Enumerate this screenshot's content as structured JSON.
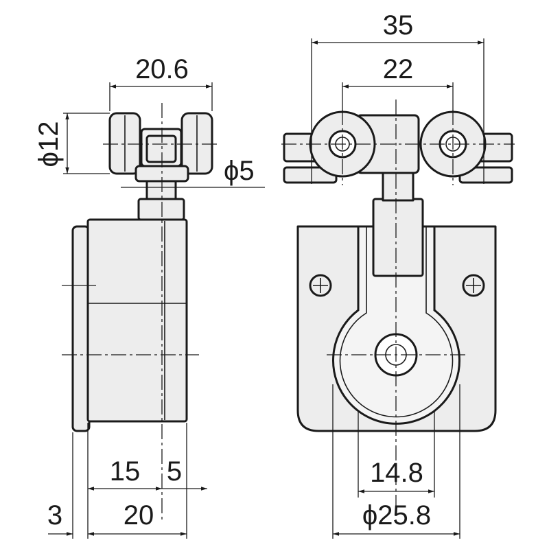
{
  "dimensions": {
    "overall_width": "35",
    "wheel_spacing": "22",
    "wheel_width": "20.6",
    "wheel_diameter": "ϕ12",
    "axle_diameter": "ϕ5",
    "offset_15": "15",
    "offset_5": "5",
    "body_depth": "20",
    "flange": "3",
    "bore_spacing": "14.8",
    "disc_diameter": "ϕ25.8"
  }
}
